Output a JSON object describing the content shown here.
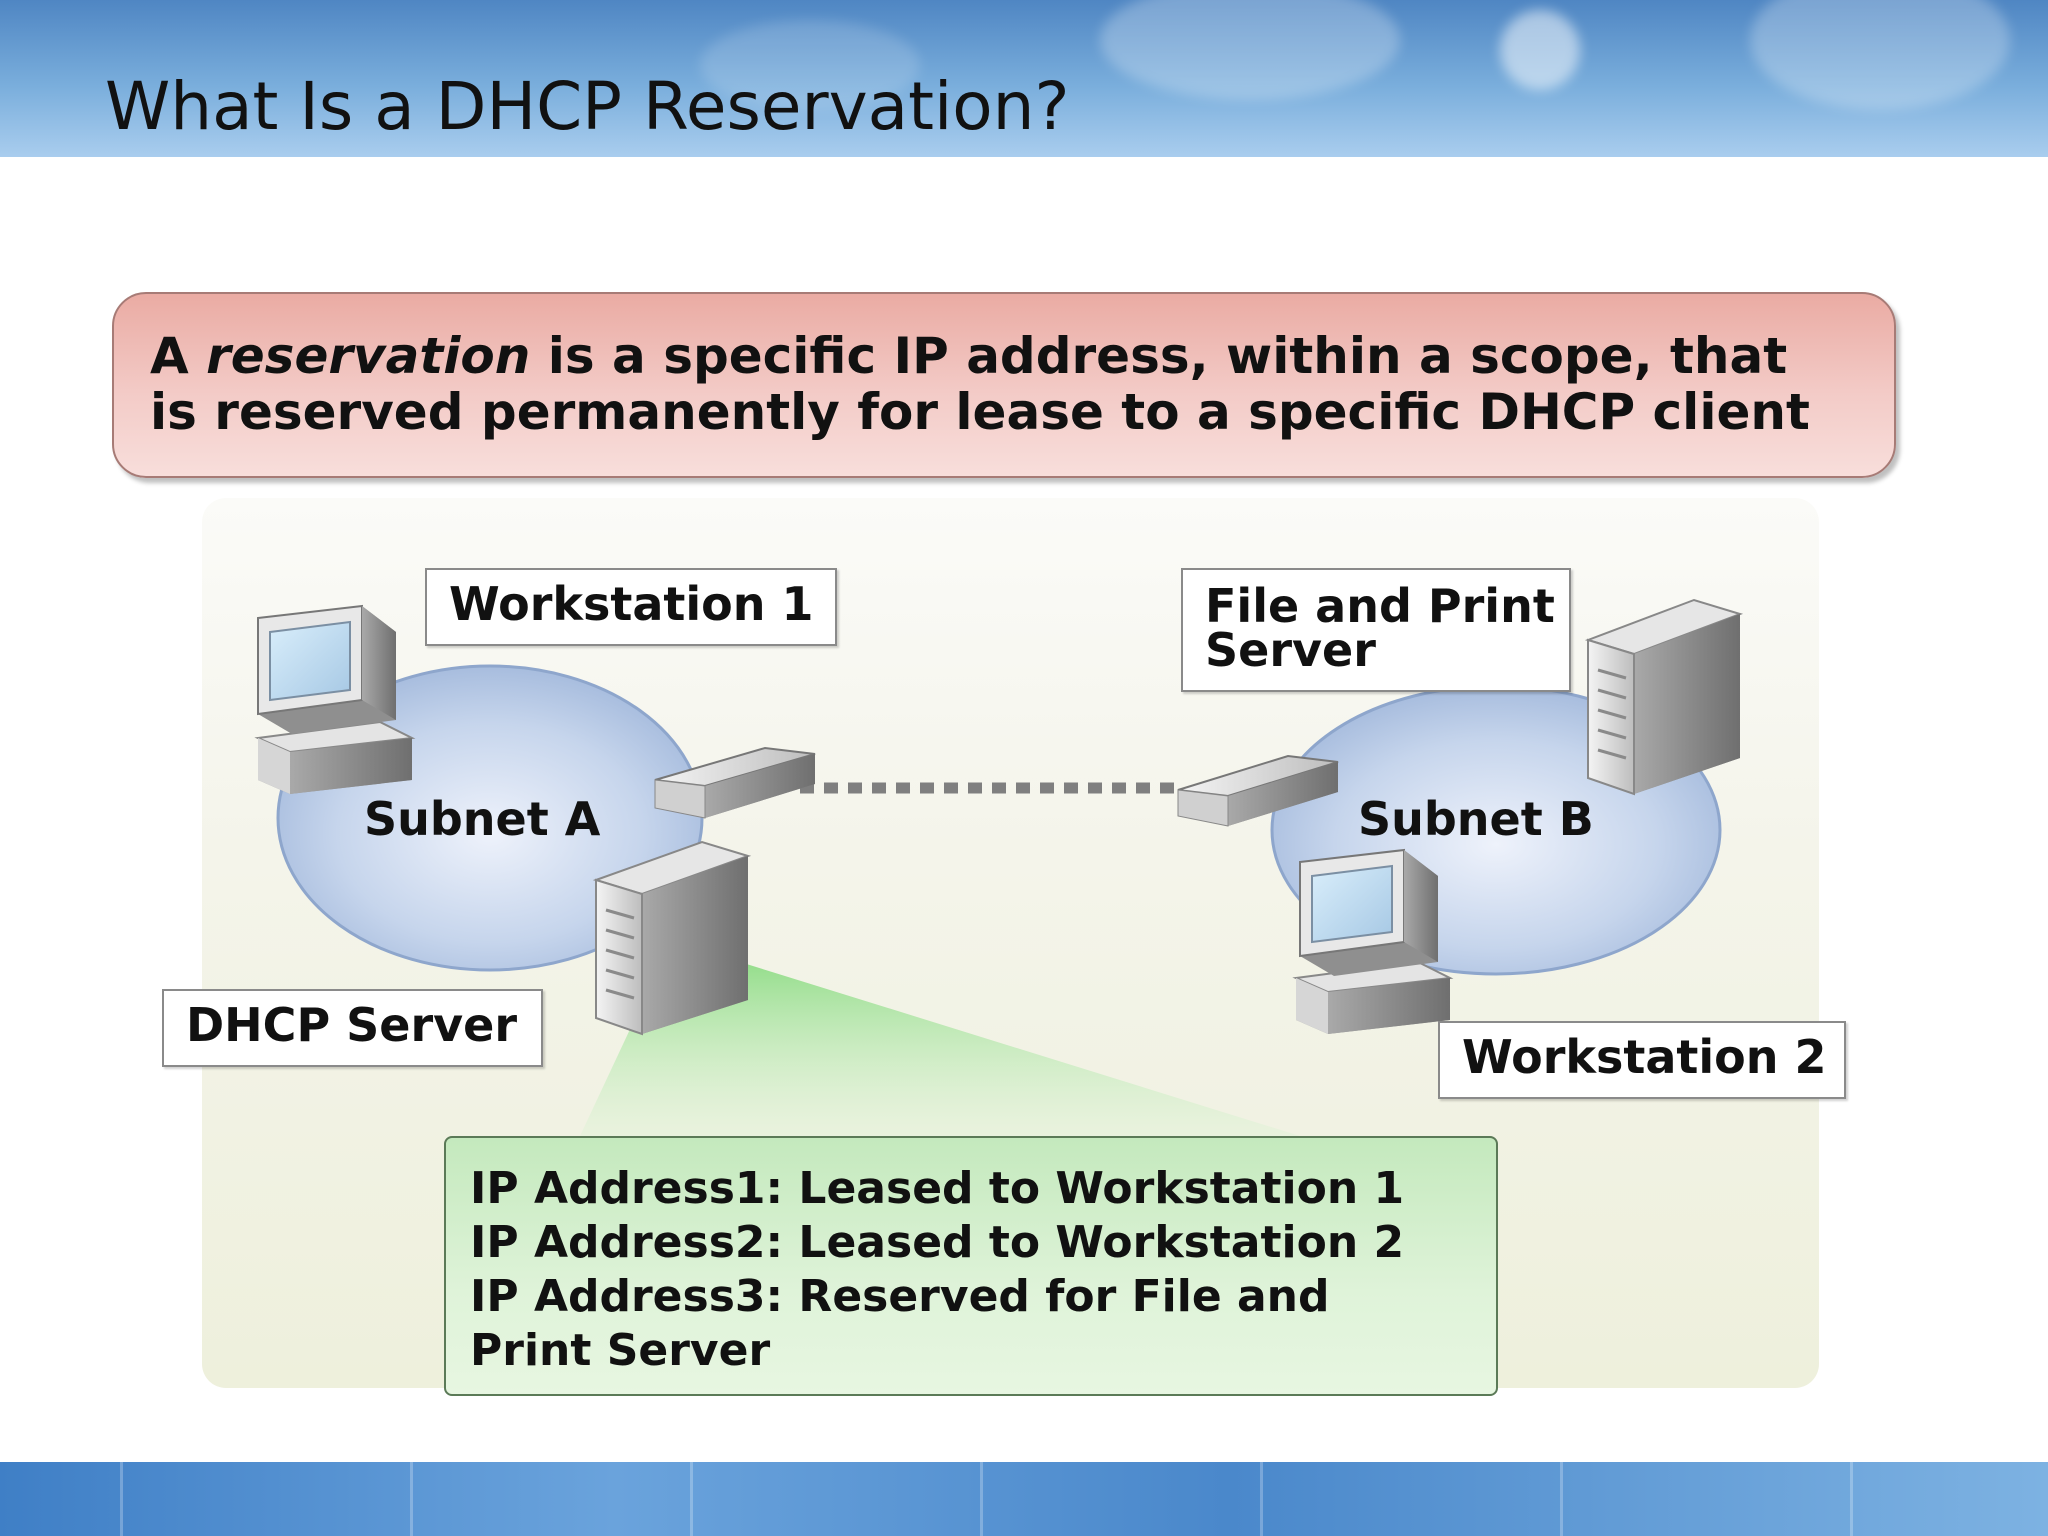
{
  "slide": {
    "title": "What Is a DHCP Reservation?",
    "definition": {
      "before": "A ",
      "emphasis": "reservation",
      "line1_rest": " is a specific IP address, within a scope, that",
      "line2": "is reserved permanently for lease to a specific DHCP client"
    }
  },
  "diagram": {
    "labels": {
      "workstation1": "Workstation 1",
      "file_print_server_line1": "File and Print",
      "file_print_server_line2": "Server",
      "dhcp_server": "DHCP Server",
      "workstation2": "Workstation 2",
      "subnet_a": "Subnet A",
      "subnet_b": "Subnet B"
    },
    "leases": [
      "IP Address1: Leased to Workstation 1",
      "IP Address2: Leased to Workstation 2",
      "IP Address3: Reserved for File and",
      "Print Server"
    ]
  },
  "colors": {
    "header_band": "#5b8fc9",
    "definition_fill": "#f0bdb8",
    "subnet_fill": "#b8cbe6",
    "lease_fill": "#d3eecc",
    "link_dashes": "#808080"
  }
}
